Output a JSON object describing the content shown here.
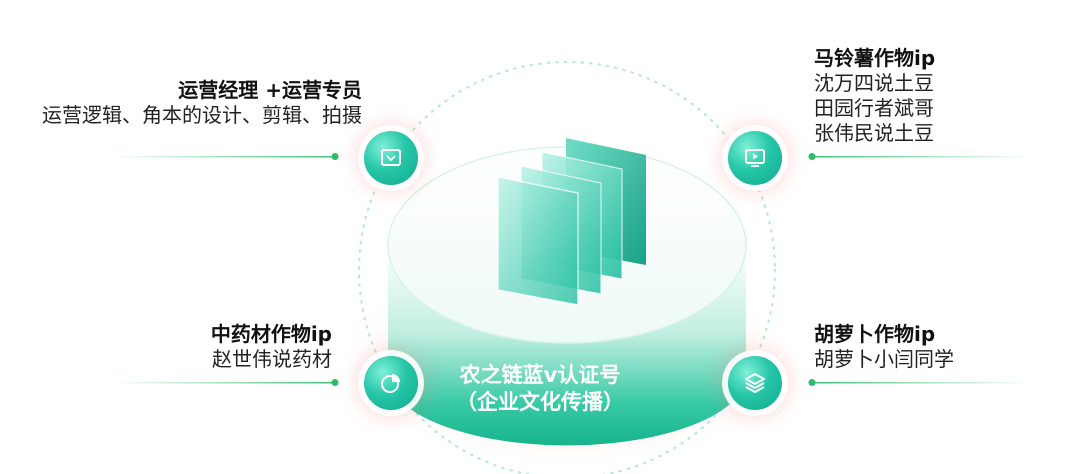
{
  "center": {
    "line1": "农之链蓝v认证号",
    "line2": "（企业文化传播）"
  },
  "top_left": {
    "title": "运营经理 +运营专员",
    "lines": [
      "运营逻辑、角本的设计、剪辑、拍摄"
    ],
    "icon": "image-frame-icon"
  },
  "top_right": {
    "title": "马铃薯作物ip",
    "lines": [
      "沈万四说土豆",
      "田园行者斌哥",
      "张伟民说土豆"
    ],
    "icon": "video-player-icon"
  },
  "bottom_left": {
    "title": "中药材作物ip",
    "lines": [
      "赵世伟说药材"
    ],
    "icon": "pie-chart-icon"
  },
  "bottom_right": {
    "title": "胡萝卜作物ip",
    "lines": [
      "胡萝卜小闫同学"
    ],
    "icon": "layers-icon"
  },
  "colors": {
    "teal": "#1fc1a2",
    "green_dot": "#2dbb6a",
    "glow_red": "#ff7a7a",
    "text": "#222222"
  }
}
